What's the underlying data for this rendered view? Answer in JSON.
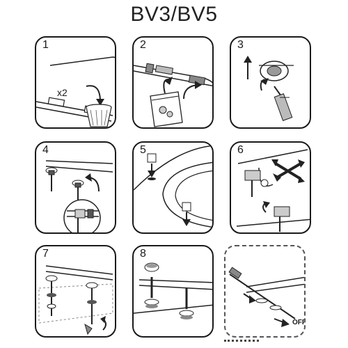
{
  "title": "BV3/BV5",
  "steps": [
    {
      "number": "1",
      "label": "x2"
    },
    {
      "number": "2"
    },
    {
      "number": "3"
    },
    {
      "number": "4"
    },
    {
      "number": "5"
    },
    {
      "number": "6"
    },
    {
      "number": "7"
    },
    {
      "number": "8"
    },
    {
      "number": "",
      "label": "OFF"
    }
  ]
}
